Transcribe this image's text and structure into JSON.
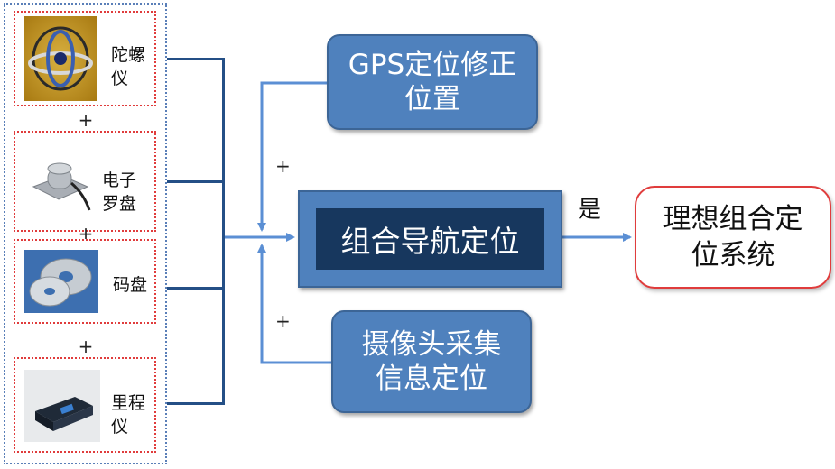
{
  "sensors": [
    {
      "label": "陀螺仪",
      "line1": "陀螺",
      "line2": "仪",
      "icon": "gyroscope-icon"
    },
    {
      "label": "电子罗盘",
      "line1": "电子",
      "line2": "罗盘",
      "icon": "compass-sensor-icon"
    },
    {
      "label": "码盘",
      "line1": "码盘",
      "line2": "",
      "icon": "encoder-disc-icon"
    },
    {
      "label": "里程仪",
      "line1": "里程",
      "line2": "仪",
      "icon": "odometer-icon"
    }
  ],
  "plus_sign": "+",
  "gps_box": {
    "line1": "GPS定位修正",
    "line2": "位置"
  },
  "camera_box": {
    "line1": "摄像头采集",
    "line2": "信息定位"
  },
  "center_box": {
    "text": "组合导航定位"
  },
  "yes_label": "是",
  "result_box": {
    "line1": "理想组合定",
    "line2": "位系统"
  },
  "colors": {
    "box_fill": "#4f81bd",
    "center_inner": "#17375e",
    "connector": "#244f86",
    "arrow": "#5b8fd4",
    "red_border": "#e03c3c"
  }
}
